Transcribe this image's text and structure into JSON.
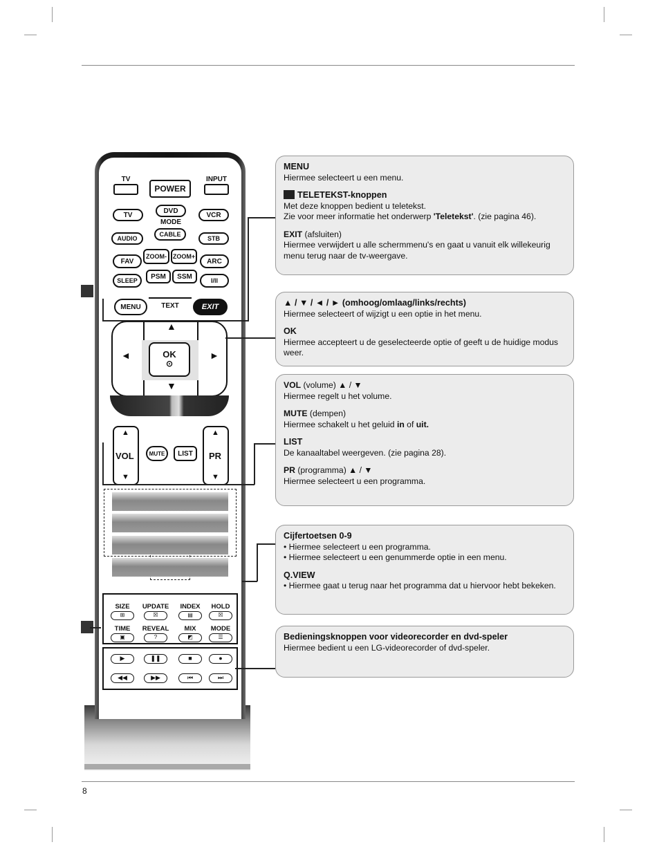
{
  "page": {
    "number": "8"
  },
  "remote": {
    "top_buttons": {
      "tv": "TV",
      "power": "POWER",
      "input": "INPUT"
    },
    "mode_row": {
      "tv": "TV",
      "dvd": "DVD",
      "vcr": "VCR",
      "mode": "MODE",
      "audio": "AUDIO",
      "cable": "CABLE",
      "stb": "STB"
    },
    "row3": {
      "fav": "FAV",
      "zoom_minus": "ZOOM-",
      "zoom_plus": "ZOOM+",
      "arc": "ARC"
    },
    "row4": {
      "sleep": "SLEEP",
      "psm": "PSM",
      "ssm": "SSM",
      "io": "I/II"
    },
    "row5": {
      "menu": "MENU",
      "text": "TEXT",
      "exit": "EXIT"
    },
    "nav": {
      "up": "▲",
      "down": "▼",
      "left": "◄",
      "right": "►",
      "ok": "OK",
      "ok_sub": "⊙"
    },
    "vol_row": {
      "vol": "VOL",
      "mute": "MUTE",
      "list": "LIST",
      "pr": "PR",
      "up": "▲",
      "down": "▼"
    },
    "teletext": {
      "labels_row1": [
        "SIZE",
        "UPDATE",
        "INDEX",
        "HOLD"
      ],
      "labels_row2": [
        "TIME",
        "REVEAL",
        "MIX",
        "MODE"
      ],
      "icons_row1": [
        "⊞",
        "☒",
        "▤",
        "☒"
      ],
      "icons_row2": [
        "▣",
        "?",
        "◩",
        "☰"
      ]
    },
    "vcr": {
      "row1": [
        "▶",
        "❚❚",
        "■",
        "●"
      ],
      "row2": [
        "◀◀",
        "▶▶",
        "⏮",
        "⏭"
      ]
    }
  },
  "boxes": {
    "b1": {
      "menu_title": "MENU",
      "menu_desc": "Hiermee selecteert u een menu.",
      "teletext_title": "TELETEKST-knoppen",
      "teletext_desc1": "Met deze knoppen bedient u teletekst.",
      "teletext_desc2a": "Zie voor meer informatie het onderwerp ",
      "teletext_desc2b": "'Teletekst'",
      "teletext_desc2c": ". (zie pagina 46).",
      "exit_title": "EXIT",
      "exit_paren": " (afsluiten)",
      "exit_desc": "Hiermee verwijdert u alle schermmenu's en gaat u vanuit elk willekeurig menu terug naar de tv-weergave."
    },
    "b2": {
      "nav_title": "▲ / ▼ / ◄ / ► (omhoog/omlaag/links/rechts)",
      "nav_desc": "Hiermee selecteert of wijzigt u een optie in het menu.",
      "ok_title": "OK",
      "ok_desc": "Hiermee accepteert u de geselecteerde optie of geeft u de huidige modus weer."
    },
    "b3": {
      "vol_title": "VOL",
      "vol_paren": " (volume) ▲ / ▼",
      "vol_desc": "Hiermee regelt u het volume.",
      "mute_title": "MUTE",
      "mute_paren": " (dempen)",
      "mute_desc_a": "Hiermee schakelt u het geluid ",
      "mute_desc_in": "in",
      "mute_desc_of": " of ",
      "mute_desc_uit": "uit.",
      "list_title": "LIST",
      "list_desc": "De kanaaltabel weergeven. (zie pagina 28).",
      "pr_title": "PR",
      "pr_paren": " (programma)  ▲ / ▼",
      "pr_desc": "Hiermee selecteert u een programma."
    },
    "b4": {
      "num_title": "Cijfertoetsen 0-9",
      "num_b1": "• Hiermee selecteert u een programma.",
      "num_b2": "• Hiermee selecteert u een genummerde optie in een menu.",
      "qview_title": "Q.VIEW",
      "qview_desc": "• Hiermee gaat u terug naar het programma dat u hiervoor hebt bekeken."
    },
    "b5": {
      "title": "Bedieningsknoppen voor videorecorder en dvd-speler",
      "desc": "Hiermee bedient u een LG-videorecorder of dvd-speler."
    }
  }
}
